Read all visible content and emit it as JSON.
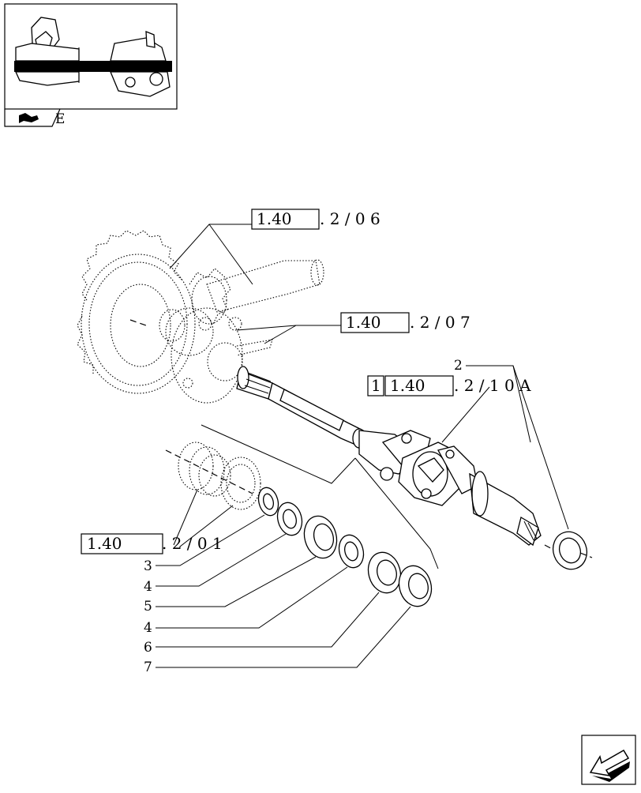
{
  "thumbnail": {
    "corner_letter": "E"
  },
  "references": {
    "ref_206": {
      "boxed": "1.40",
      "rest": ". 2 / 0 6"
    },
    "ref_207": {
      "boxed": "1.40",
      "rest": ". 2 / 0 7"
    },
    "ref_210a": {
      "prefix_box": "1",
      "boxed": "1.40",
      "rest": ". 2 / 1 0 A"
    },
    "ref_201": {
      "boxed": "1.40",
      "rest": ". 2 / 0 1"
    }
  },
  "callouts": {
    "c2": "2",
    "c3": "3",
    "c4a": "4",
    "c5": "5",
    "c4b": "4",
    "c6": "6",
    "c7": "7"
  },
  "nav": {
    "icon": "next-page-arrow-icon"
  }
}
